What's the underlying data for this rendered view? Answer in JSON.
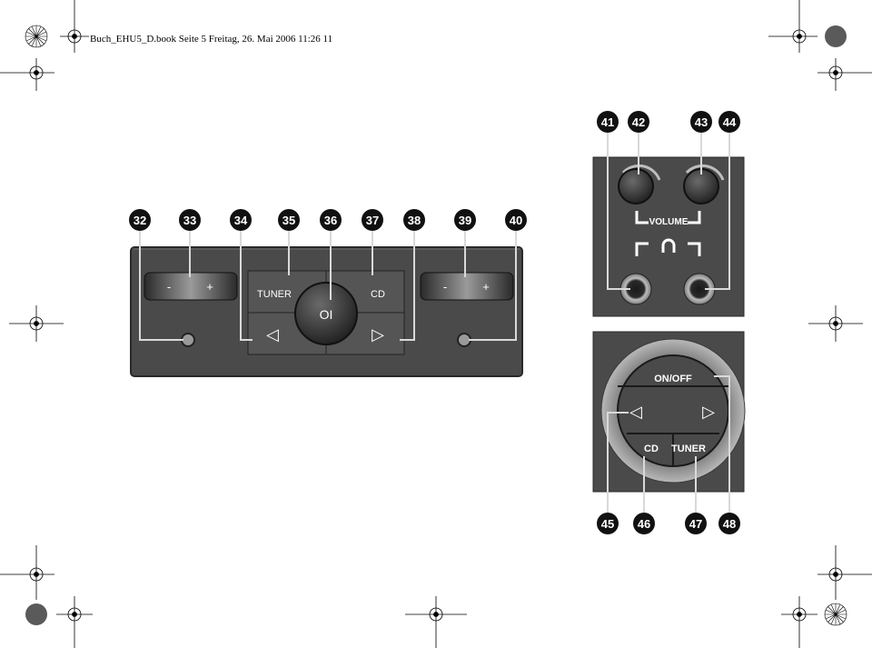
{
  "header": {
    "text": "Buch_EHU5_D.book  Seite 5  Freitag, 26. Mai 2006  11:26 11"
  },
  "callouts": {
    "n32": "32",
    "n33": "33",
    "n34": "34",
    "n35": "35",
    "n36": "36",
    "n37": "37",
    "n38": "38",
    "n39": "39",
    "n40": "40",
    "n41": "41",
    "n42": "42",
    "n43": "43",
    "n44": "44",
    "n45": "45",
    "n46": "46",
    "n47": "47",
    "n48": "48"
  },
  "main_panel": {
    "left_knob": {
      "minus": "-",
      "plus": "+"
    },
    "right_knob": {
      "minus": "-",
      "plus": "+"
    },
    "tuner_label": "TUNER",
    "cd_label": "CD",
    "power_label": "OI",
    "left_arrow": "◁",
    "right_arrow": "▷"
  },
  "volume_panel": {
    "volume_label": "VOLUME"
  },
  "remote_panel": {
    "onoff_label": "ON/OFF",
    "left_arrow": "◁",
    "right_arrow": "▷",
    "cd_label": "CD",
    "tuner_label": "TUNER"
  },
  "colors": {
    "panel": "#4a4a4a",
    "panel_border": "#2a2a2a",
    "button": "#555555",
    "callout": "#111111",
    "line": "#d9d9d9"
  }
}
